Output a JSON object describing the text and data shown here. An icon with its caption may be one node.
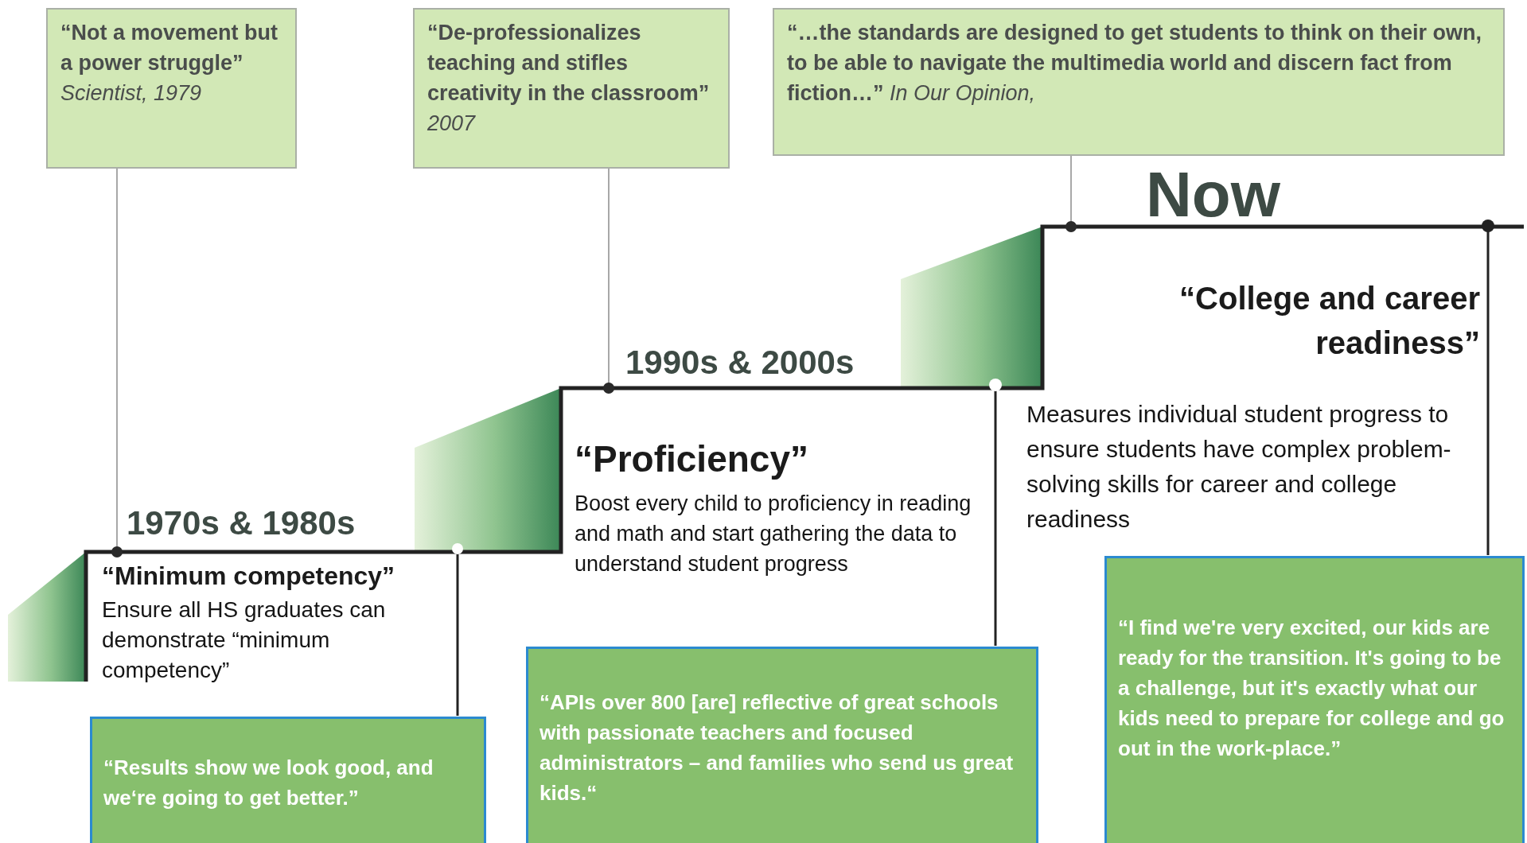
{
  "diagram": {
    "nodes": [
      {
        "text": [
          "“Not a movement but a power struggle”",
          "Scientist, 1979"
        ]
      },
      {
        "text": [
          "“De-professionalizes teaching and stifles creativity in the classroom”",
          "2007"
        ]
      },
      {
        "text": [
          "“…the standards are designed to get students to think on their own, to be able to navigate the multimedia world and discern fact from fiction…”",
          "In Our Opinion,"
        ]
      },
      {
        "text": [
          "1970s & 1980s",
          "“Minimum competency”",
          "Ensure all HS graduates can demonstrate “minimum competency”"
        ]
      },
      {
        "text": [
          "1990s & 2000s",
          "“Proficiency”",
          "Boost every child to proficiency in reading and math and start gathering the data to understand student progress"
        ]
      },
      {
        "text": [
          "Now",
          "“College and career readiness”",
          "Measures individual student progress to ensure students have complex problem-solving skills for career and college readiness"
        ]
      },
      {
        "text": [
          "“Results show we look good, and we‘re going to get better.”"
        ]
      },
      {
        "text": [
          "“APIs over 800 [are] reflective of great schools with passionate teachers and focused administrators – and families who send us great kids.“"
        ]
      },
      {
        "text": [
          "“I find we're very excited, our kids are ready for the transition. It's going to be a challenge, but it's exactly what our kids need to prepare for college and go out in the work-place.”"
        ]
      }
    ],
    "edges": [
      {
        "from": 0,
        "to": 3,
        "arrow": "other"
      },
      {
        "from": 1,
        "to": 4,
        "arrow": "other"
      },
      {
        "from": 2,
        "to": 5,
        "arrow": "other"
      }
    ]
  }
}
